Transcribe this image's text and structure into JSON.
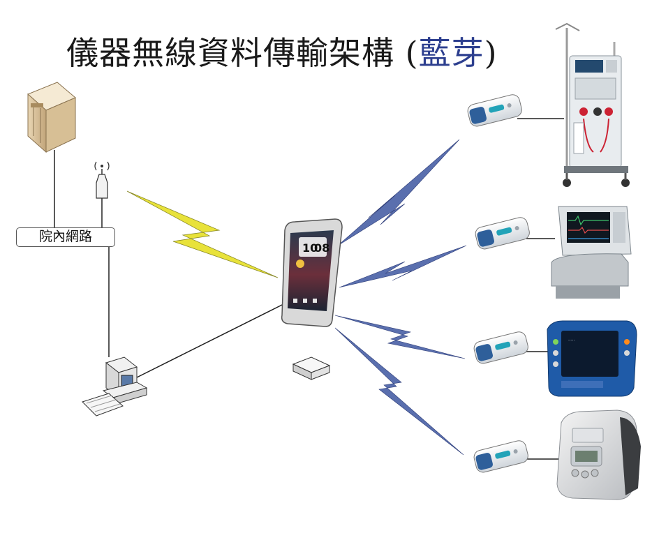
{
  "title": {
    "main": "儀器無線資料傳輸架構 (",
    "accent": "藍芽",
    "close": ")"
  },
  "network_label": "院內網路",
  "tablet": {
    "clock_hour": "10",
    "clock_minute": "08"
  },
  "colors": {
    "bluetooth_link": "#5a6fae",
    "wifi_link": "#e8e23a",
    "wire": "#222222",
    "adapter_body": "#eef1f4",
    "adapter_accent": "#22a3b8"
  },
  "icons": {
    "server": "server-tower-icon",
    "antenna": "wifi-antenna-icon",
    "workstation": "desktop-computer-icon",
    "tablet": "tablet-device-icon",
    "hub": "small-box-device-icon",
    "adapter": "bluetooth-adapter-icon",
    "devices": [
      "dialysis-machine-icon",
      "patient-monitor-icon",
      "vital-signs-monitor-icon",
      "ventilator-icon"
    ]
  }
}
